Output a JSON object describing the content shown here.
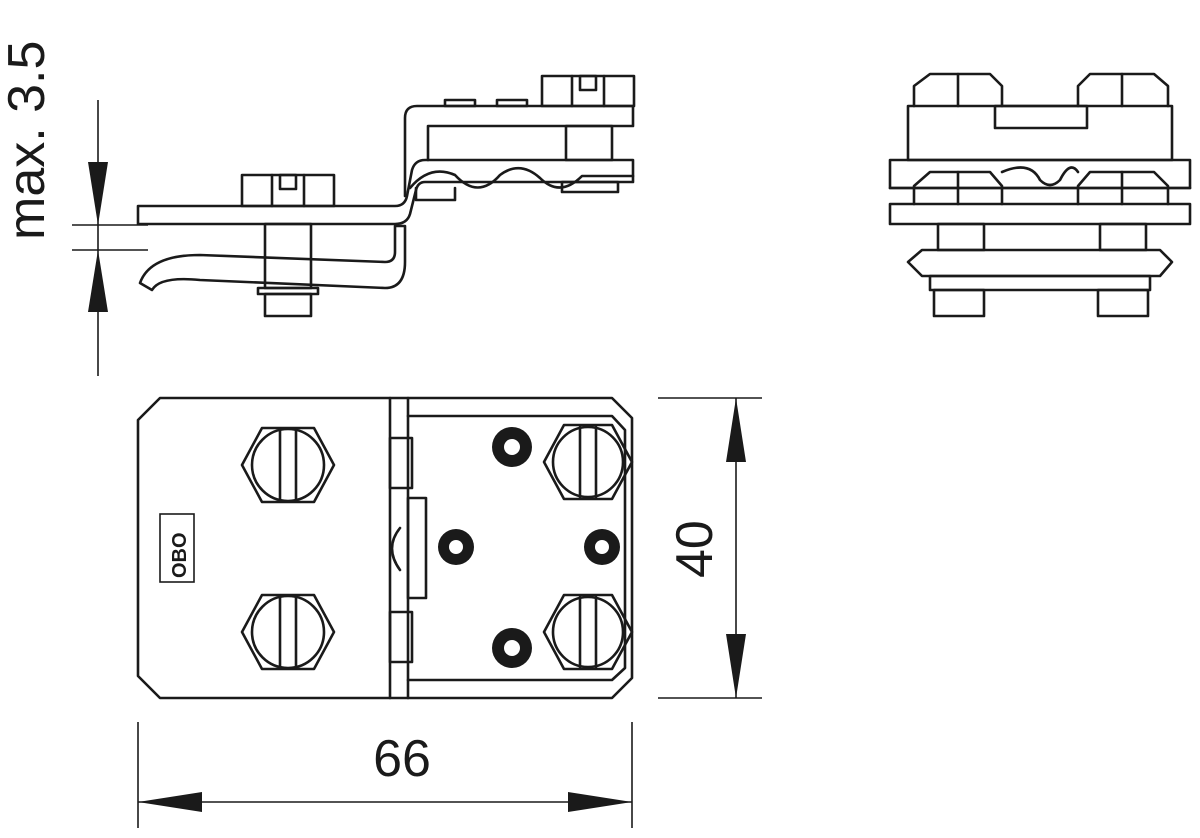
{
  "dimensions": {
    "thickness": "max. 3.5",
    "height": "40",
    "width": "66"
  },
  "logo": {
    "text": "OBO"
  },
  "colors": {
    "line": "#1a1a1a",
    "background": "#ffffff"
  }
}
